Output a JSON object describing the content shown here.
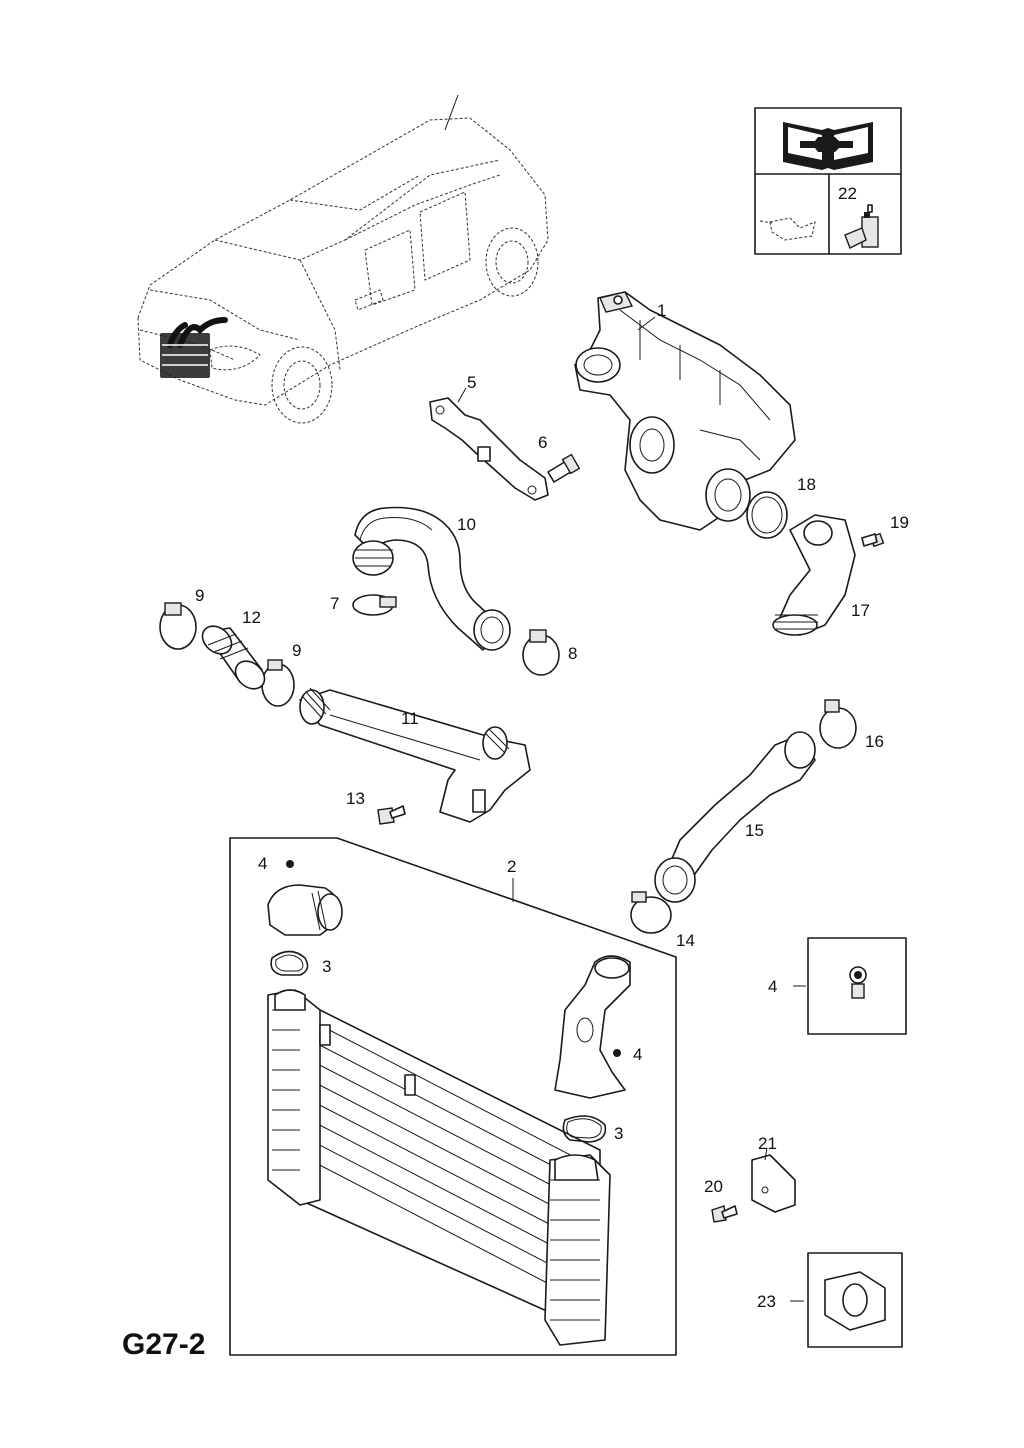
{
  "diagram_code": "G27-2",
  "part_labels": [
    {
      "id": "lbl-1",
      "text": "1"
    },
    {
      "id": "lbl-2",
      "text": "2"
    },
    {
      "id": "lbl-3a",
      "text": "3"
    },
    {
      "id": "lbl-3b",
      "text": "3"
    },
    {
      "id": "lbl-4a",
      "text": "4"
    },
    {
      "id": "lbl-4b",
      "text": "4"
    },
    {
      "id": "lbl-4c",
      "text": "4"
    },
    {
      "id": "lbl-5",
      "text": "5"
    },
    {
      "id": "lbl-6",
      "text": "6"
    },
    {
      "id": "lbl-7",
      "text": "7"
    },
    {
      "id": "lbl-8",
      "text": "8"
    },
    {
      "id": "lbl-9a",
      "text": "9"
    },
    {
      "id": "lbl-9b",
      "text": "9"
    },
    {
      "id": "lbl-10",
      "text": "10"
    },
    {
      "id": "lbl-11",
      "text": "11"
    },
    {
      "id": "lbl-12",
      "text": "12"
    },
    {
      "id": "lbl-13",
      "text": "13"
    },
    {
      "id": "lbl-14",
      "text": "14"
    },
    {
      "id": "lbl-15",
      "text": "15"
    },
    {
      "id": "lbl-16",
      "text": "16"
    },
    {
      "id": "lbl-17",
      "text": "17"
    },
    {
      "id": "lbl-18",
      "text": "18"
    },
    {
      "id": "lbl-19",
      "text": "19"
    },
    {
      "id": "lbl-20",
      "text": "20"
    },
    {
      "id": "lbl-21",
      "text": "21"
    },
    {
      "id": "lbl-22",
      "text": "22"
    },
    {
      "id": "lbl-23",
      "text": "23"
    }
  ],
  "icons": [
    "repair-manual-icon",
    "oil-can-icon",
    "sealant-bottle-icon"
  ]
}
